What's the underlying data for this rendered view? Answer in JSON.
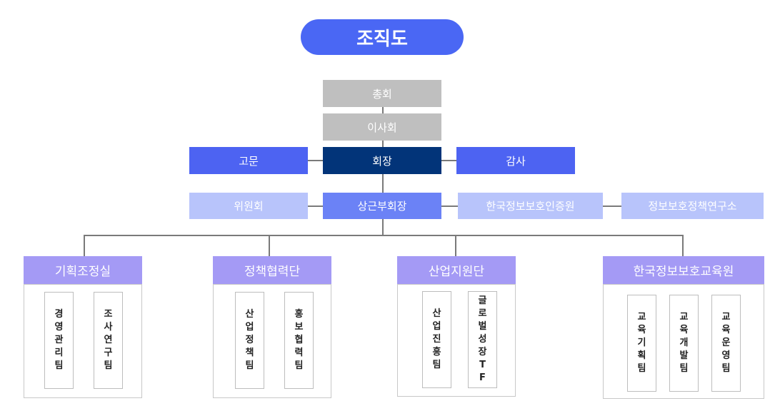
{
  "title": "조직도",
  "top": {
    "general_assembly": "총회",
    "board": "이사회",
    "advisor": "고문",
    "president": "회장",
    "auditor": "감사",
    "committee": "위원회",
    "vice_president": "상근부회장",
    "cert_institute": "한국정보보호인증원",
    "policy_institute": "정보보호정책연구소"
  },
  "divisions": [
    {
      "name": "기획조정실",
      "teams": [
        "경영관리팀",
        "조사연구팀"
      ]
    },
    {
      "name": "정책협력단",
      "teams": [
        "산업정책팀",
        "홍보협력팀"
      ]
    },
    {
      "name": "산업지원단",
      "teams": [
        "산업진흥팀",
        "글로벌성장TF"
      ]
    },
    {
      "name": "한국정보보호교육원",
      "teams": [
        "교육기획팀",
        "교육개발팀",
        "교육운영팀"
      ]
    }
  ],
  "colors": {
    "title_bg": "#4a67f4",
    "gray": "#bfbfbf",
    "blue": "#4d63f2",
    "navy": "#023479",
    "light_blue": "#b8c4fb",
    "mid_blue": "#6b82f6",
    "purple": "#a49af5"
  }
}
